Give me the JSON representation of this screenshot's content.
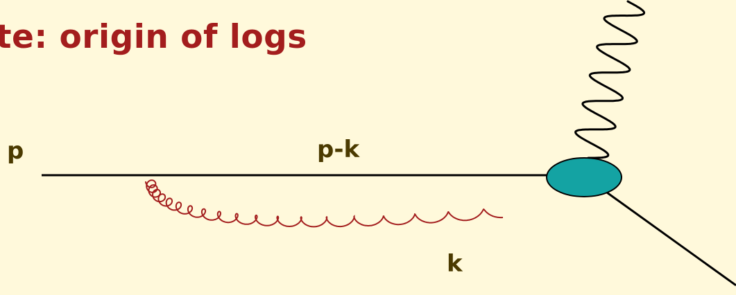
{
  "slide": {
    "title": "te: origin of logs"
  },
  "diagram": {
    "labels": {
      "incoming_momentum": "p",
      "propagator_momentum": "p-k",
      "gluon_momentum": "k"
    },
    "colors": {
      "background": "#fff9db",
      "title": "#a31d1d",
      "labels": "#4b3a00",
      "fermion_lines": "#000000",
      "gluon": "#a31d1d",
      "photon": "#000000",
      "vertex_blob_fill": "#14a3a3",
      "vertex_blob_stroke": "#000000"
    }
  }
}
